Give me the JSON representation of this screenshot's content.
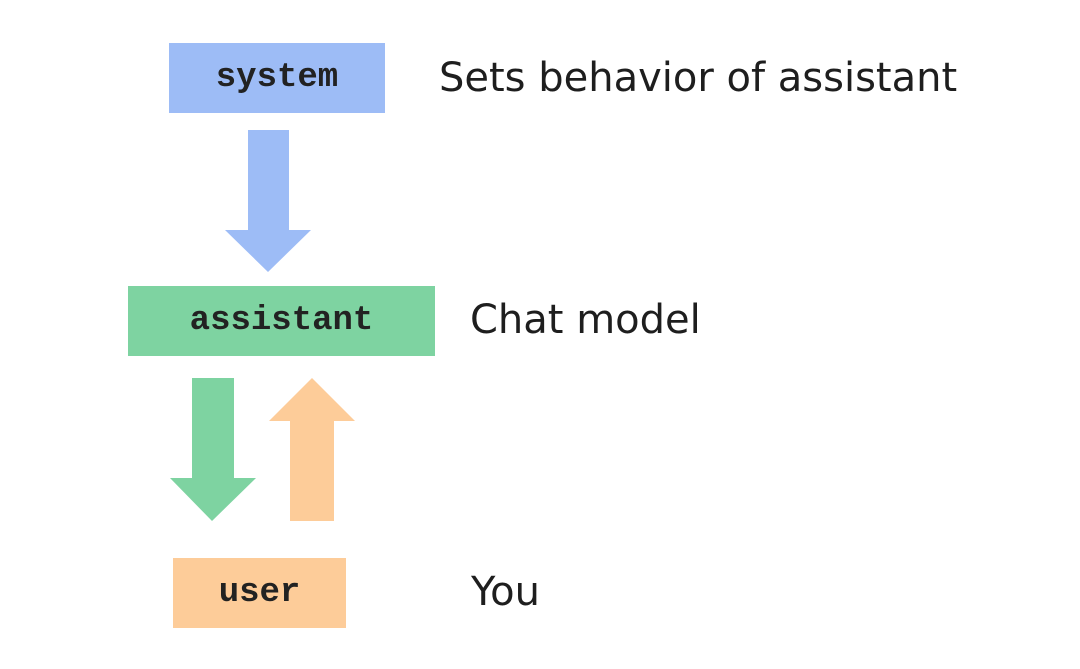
{
  "colors": {
    "system": "#9dbcf6",
    "assistant": "#7ed3a1",
    "user": "#fdcc99"
  },
  "roles": {
    "system": {
      "label": "system",
      "description": "Sets behavior of assistant"
    },
    "assistant": {
      "label": "assistant",
      "description": "Chat model"
    },
    "user": {
      "label": "user",
      "description": "You"
    }
  },
  "arrows": [
    {
      "from": "system",
      "to": "assistant",
      "color": "system"
    },
    {
      "from": "assistant",
      "to": "user",
      "color": "assistant"
    },
    {
      "from": "user",
      "to": "assistant",
      "color": "user"
    }
  ]
}
